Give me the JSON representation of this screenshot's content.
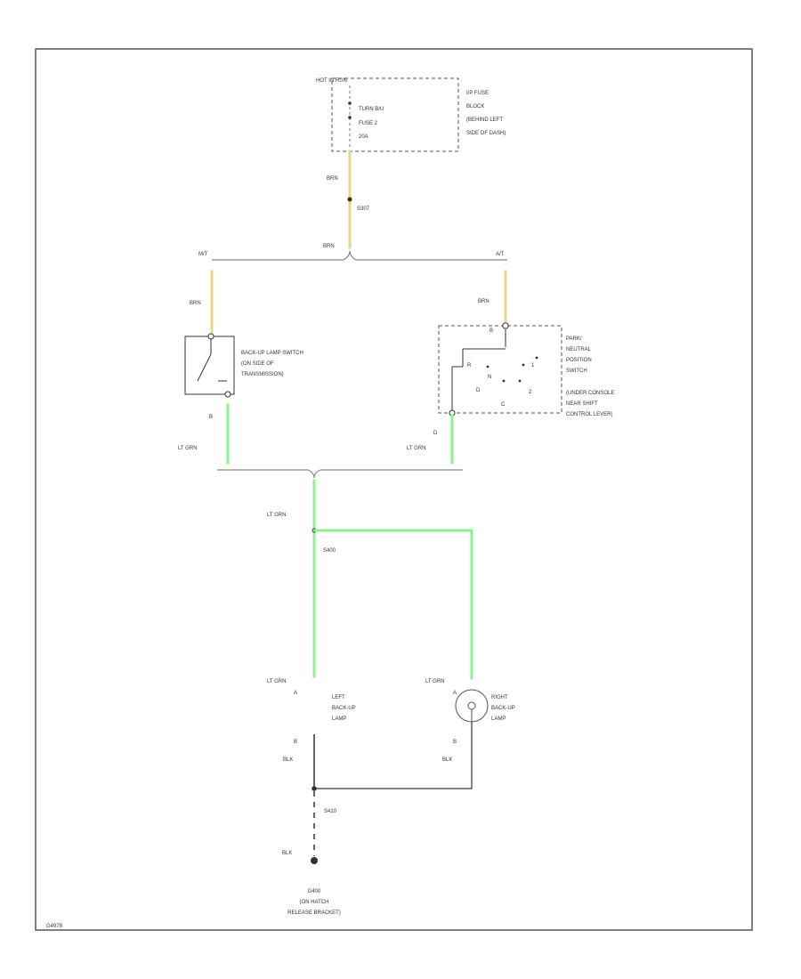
{
  "colors": {
    "brown_wire": "#e8d48a",
    "green_wire": "#8ef08e",
    "black_wire": "#333333",
    "frame": "#555555"
  },
  "fuse_block": {
    "header": "HOT IN RUN",
    "fuse": [
      "TURN B/U",
      "FUSE 2",
      "20A"
    ],
    "location": [
      "I/P FUSE",
      "BLOCK",
      "(BEHIND LEFT",
      "SIDE OF DASH)"
    ]
  },
  "wire_brn_top": "BRN",
  "splice_top": "S307",
  "brn_mid": "BRN",
  "branch_left": "M/T",
  "branch_right": "A/T",
  "brn_left": "BRN",
  "brn_right": "BRN",
  "backup_switch": [
    "BACK-UP LAMP SWITCH",
    "(ON SIDE OF",
    "TRANSMISSION)"
  ],
  "backup_switch_pin": "B",
  "ltgrn_left": "LT GRN",
  "pnp_switch": [
    "PARK/",
    "NEUTRAL",
    "POSITION",
    "SWITCH",
    "(UNDER CONSOLE",
    "NEAR SHIFT",
    "CONTROL LEVER)"
  ],
  "pnp_pins": [
    "B",
    "R",
    "D",
    "N",
    "2",
    "1",
    "C"
  ],
  "pnp_pin": "D",
  "ltgrn_right": "LT GRN",
  "ltgrn_mid": "LT GRN",
  "splice_mid": "S400",
  "ltgrn_lamp_left": "LT GRN",
  "ltgrn_lamp_right": "LT GRN",
  "lamp_left_pin": "A",
  "lamp_right_pin": "A",
  "left_lamp": [
    "LEFT",
    "BACK-UP",
    "LAMP"
  ],
  "right_lamp": [
    "RIGHT",
    "BACK-UP",
    "LAMP"
  ],
  "lamp_left_pin_b": "B",
  "lamp_right_pin_b": "B",
  "blk_left": "BLK",
  "blk_right": "BLK",
  "splice_bottom": "S410",
  "blk_bottom": "BLK",
  "ground": [
    "G400",
    "(ON HATCH",
    "RELEASE BRACKET)"
  ],
  "ref": "G4979"
}
